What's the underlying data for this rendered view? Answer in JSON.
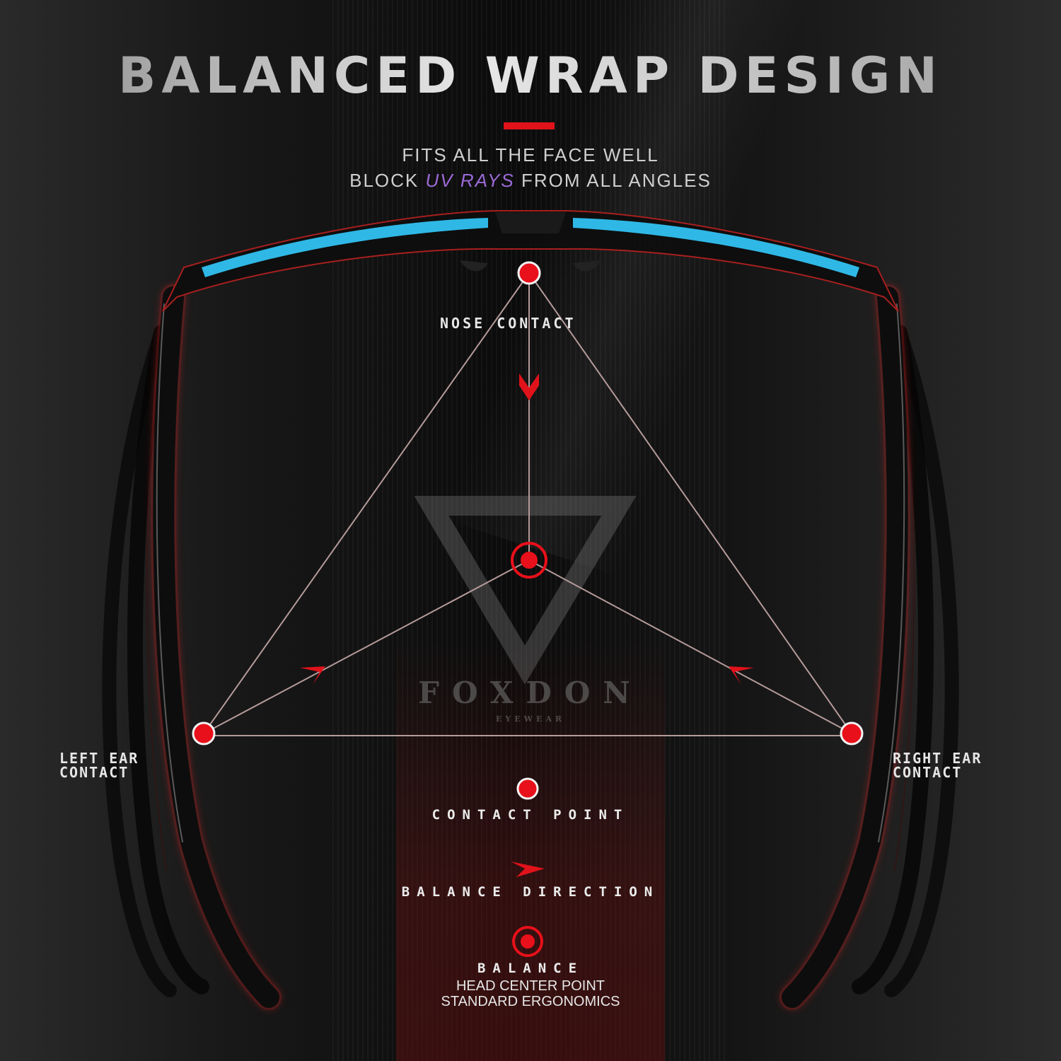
{
  "title": "BALANCED WRAP DESIGN",
  "subtitle": {
    "line1": "FITS ALL THE FACE WELL",
    "line2_before": "BLOCK",
    "line2_highlight": "UV RAYS",
    "line2_after": "FROM ALL ANGLES"
  },
  "points": {
    "nose": "NOSE CONTACT",
    "left_ear_line1": "LEFT EAR",
    "left_ear_line2": "CONTACT",
    "right_ear_line1": "RIGHT EAR",
    "right_ear_line2": "CONTACT"
  },
  "legend": {
    "contact_point": "CONTACT POINT",
    "balance_direction": "BALANCE DIRECTION",
    "balance": "BALANCE",
    "balance_line1": "HEAD CENTER POINT",
    "balance_line2": "STANDARD ERGONOMICS"
  },
  "brand": {
    "name": "FOXDON",
    "tagline": "EYEWEAR"
  },
  "colors": {
    "accent_red": "#e0121a",
    "lens_blue": "#2fb8e6",
    "uv_purple": "#9b6ad6"
  }
}
